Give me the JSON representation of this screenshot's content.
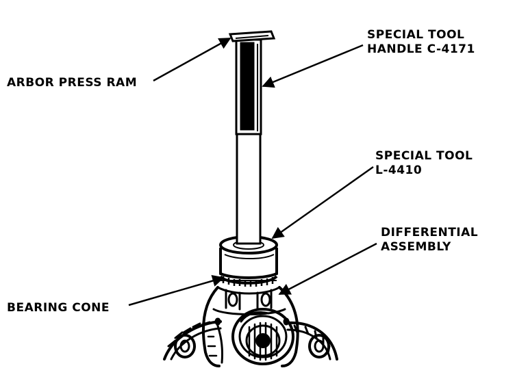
{
  "labels": {
    "arbor_press_ram": "ARBOR PRESS RAM",
    "special_tool_handle_line1": "SPECIAL TOOL",
    "special_tool_handle_line2": "HANDLE C-4171",
    "special_tool_l4410_line1": "SPECIAL TOOL",
    "special_tool_l4410_line2": "L-4410",
    "differential_line1": "DIFFERENTIAL",
    "differential_line2": "ASSEMBLY",
    "bearing_cone": "BEARING CONE"
  },
  "colors": {
    "ink": "#000000",
    "paper": "#ffffff"
  }
}
